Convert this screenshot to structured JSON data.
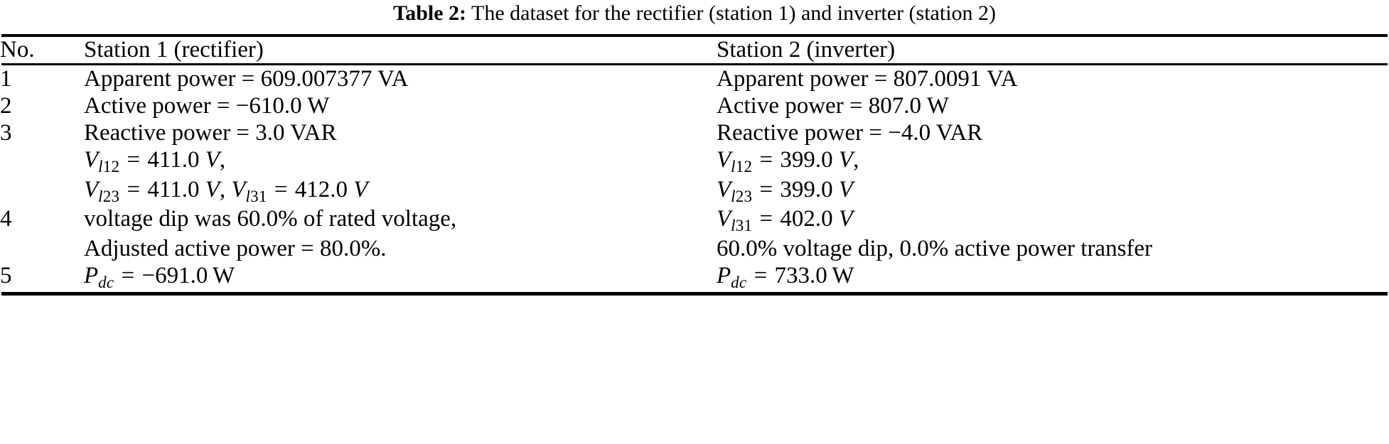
{
  "caption": {
    "label": "Table 2:",
    "text": "The dataset for the rectifier (station 1) and inverter (station 2)"
  },
  "columns": {
    "no": "No.",
    "station1": "Station 1 (rectifier)",
    "station2": "Station 2 (inverter)"
  },
  "rows": [
    {
      "no": "1",
      "station1": "Apparent power = 609.007377 VA",
      "station2": "Apparent power = 807.0091 VA"
    },
    {
      "no": "2",
      "station1": "Active power = −610.0 W",
      "station2": "Active power = 807.0 W"
    },
    {
      "no": "3",
      "station1": "Reactive power = 3.0 VAR",
      "station2": "Reactive power = −4.0 VAR"
    },
    {
      "no": "",
      "station1": "V l12 = 411.0 V ,",
      "station2": "V l12 = 399.0 V ,"
    },
    {
      "no": "",
      "station1": "V l23 = 411.0 V , V l31 = 412.0 V",
      "station2": "V l23 = 399.0 V"
    },
    {
      "no": "4",
      "station1": "voltage dip was 60.0% of rated voltage,",
      "station2": "V l31 = 402.0 V"
    },
    {
      "no": "",
      "station1": "Adjusted active power = 80.0%.",
      "station2": "60.0% voltage dip, 0.0% active power transfer"
    },
    {
      "no": "5",
      "station1": "P dc = −691.0 W",
      "station2": "P dc = 733.0 W"
    }
  ],
  "math": {
    "v_symbol": "V",
    "p_symbol": "P",
    "sub_l": "l",
    "sub_dc": "dc",
    "sub_12": "12",
    "sub_23": "23",
    "sub_31": "31",
    "equals": "=",
    "minus": "−",
    "comma": ",",
    "unit_volt": "V",
    "unit_watt": "W",
    "v_l12_s1": "411.0",
    "v_l23_s1": "411.0",
    "v_l31_s1": "412.0",
    "v_l12_s2": "399.0",
    "v_l23_s2": "399.0",
    "v_l31_s2": "402.0",
    "p_dc_s1": "691.0",
    "p_dc_s2": "733.0"
  },
  "text": {
    "row4_s1_line1": "voltage dip was 60.0% of rated voltage,",
    "row4_s1_line2": "Adjusted active power = 80.0%.",
    "row4_s2_line2": "60.0% voltage dip, 0.0% active power transfer"
  }
}
